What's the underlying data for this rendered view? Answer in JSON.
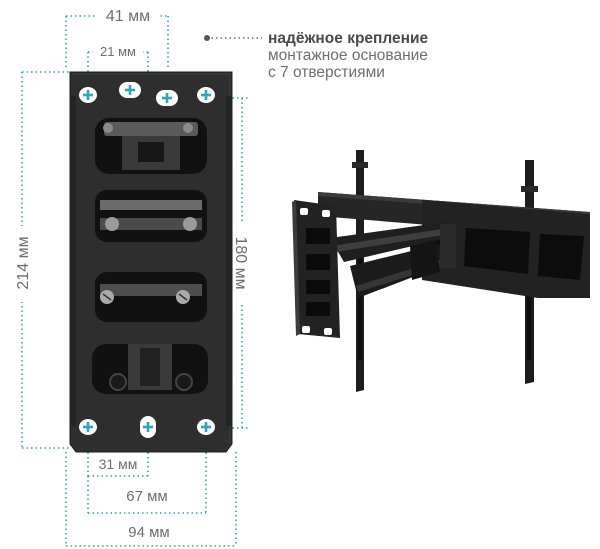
{
  "colors": {
    "accent": "#2aa7b8",
    "plate": "#2b2b2b",
    "text": "#6e6e6e"
  },
  "dimensions": {
    "top_width": "41 мм",
    "top_hole_spacing": "21 мм",
    "left_height": "214 мм",
    "right_height": "180 мм",
    "bottom_hole_spacing_small": "31 мм",
    "bottom_hole_spacing_medium": "67 мм",
    "bottom_width": "94 мм"
  },
  "feature": {
    "title": "надёжное крепление",
    "line1": "монтажное основание",
    "line2": "с 7 отверстиями"
  },
  "icons": {
    "mount_hole": "plus-in-circle-icon",
    "pointer": "dot-pointer-icon"
  }
}
